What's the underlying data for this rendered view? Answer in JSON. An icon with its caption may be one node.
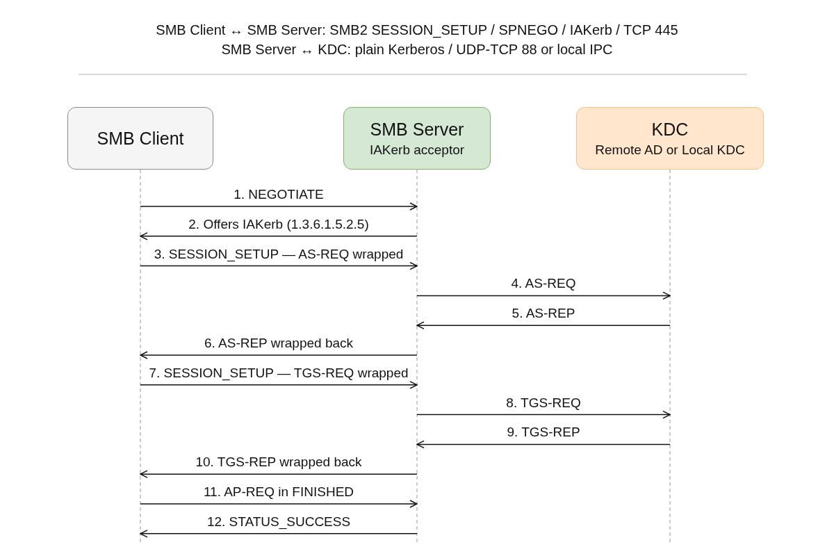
{
  "diagram": {
    "nodes": [
      {
        "text": [
          "SMB Client"
        ]
      },
      {
        "text": [
          "SMB Server",
          "IAKerb acceptor"
        ]
      },
      {
        "text": [
          "KDC",
          "Remote AD or Local KDC"
        ]
      }
    ],
    "edges": [
      {
        "from": 0,
        "to": 1,
        "arrow": "to",
        "label": "1. NEGOTIATE"
      },
      {
        "from": 1,
        "to": 0,
        "arrow": "to",
        "label": "2. Offers IAKerb (1.3.6.1.5.2.5)"
      },
      {
        "from": 0,
        "to": 1,
        "arrow": "to",
        "label": "3. SESSION_SETUP — AS-REQ wrapped"
      },
      {
        "from": 1,
        "to": 2,
        "arrow": "to",
        "label": "4. AS-REQ"
      },
      {
        "from": 2,
        "to": 1,
        "arrow": "to",
        "label": "5. AS-REP"
      },
      {
        "from": 1,
        "to": 0,
        "arrow": "to",
        "label": "6. AS-REP wrapped back"
      },
      {
        "from": 0,
        "to": 1,
        "arrow": "to",
        "label": "7. SESSION_SETUP — TGS-REQ wrapped"
      },
      {
        "from": 1,
        "to": 2,
        "arrow": "to",
        "label": "8. TGS-REQ"
      },
      {
        "from": 2,
        "to": 1,
        "arrow": "to",
        "label": "9. TGS-REP"
      },
      {
        "from": 1,
        "to": 0,
        "arrow": "to",
        "label": "10. TGS-REP wrapped back"
      },
      {
        "from": 0,
        "to": 1,
        "arrow": "to",
        "label": "11. AP-REQ in FINISHED"
      },
      {
        "from": 1,
        "to": 0,
        "arrow": "to",
        "label": "12. STATUS_SUCCESS"
      }
    ],
    "labels": [
      "SMB Client ↔ SMB Server: SMB2 SESSION_SETUP / SPNEGO / IAKerb / TCP 445",
      "SMB Server ↔ KDC: plain Kerberos / UDP-TCP 88 or local IPC"
    ]
  }
}
